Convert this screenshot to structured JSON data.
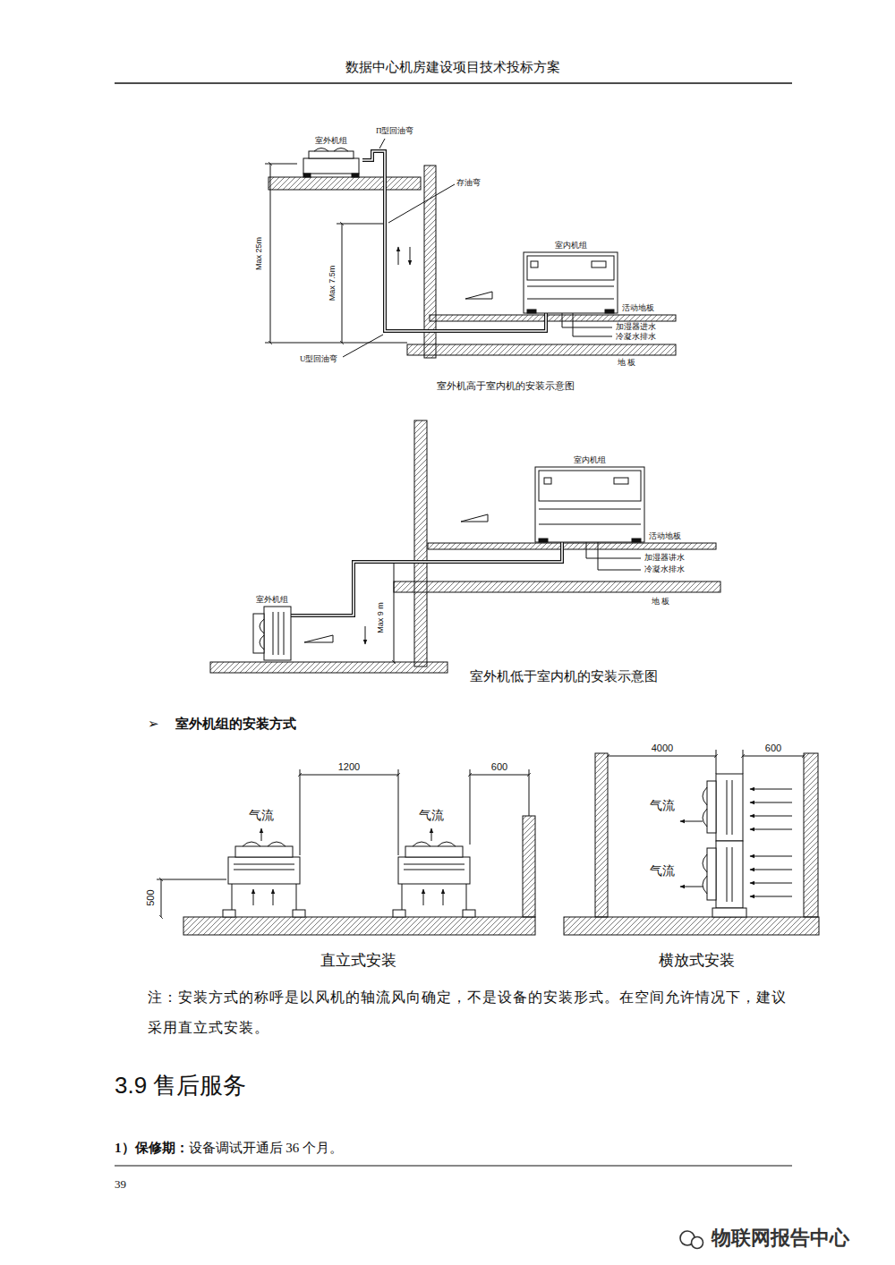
{
  "diagram": {
    "nodes": [
      {
        "text": [
          "室外机组"
        ]
      },
      {
        "text": [
          "室内机组"
        ]
      },
      {
        "text": [
          "室外机组"
        ]
      },
      {
        "text": [
          "室内机组"
        ]
      }
    ],
    "edges": [
      {
        "from": 0,
        "to": 1,
        "arrow": "none"
      },
      {
        "from": 2,
        "to": 3,
        "arrow": "none"
      }
    ],
    "labels": [
      "数据中心机房建设项目技术投标方案",
      "Π型回油弯",
      "存油弯",
      "Max 25m",
      "Max 7.5m",
      "U型回油弯",
      "活动地板",
      "加湿器进水",
      "冷凝水排水",
      "地 板",
      "室外机高于室内机的安装示意图",
      "活动地板",
      "加湿器讲水",
      "冷凝水排水",
      "地 板",
      "Max 9 m",
      "室外机低于室内机的安装示意图",
      "➢",
      "室外机组的安装方式",
      "1200",
      "600",
      "气流",
      "气流",
      "500",
      "直立式安装",
      "4000",
      "600",
      "气流",
      "气流",
      "横放式安装",
      "注：安装方式的称呼是以风机的轴流风向确定，不是设备的安装形式。在空间允许情况下，建议采用直立式安装。",
      "3.9 售后服务",
      "1）保修期：",
      "设备调试开通后 36 个月。",
      "39",
      "物联网报告中心"
    ]
  }
}
